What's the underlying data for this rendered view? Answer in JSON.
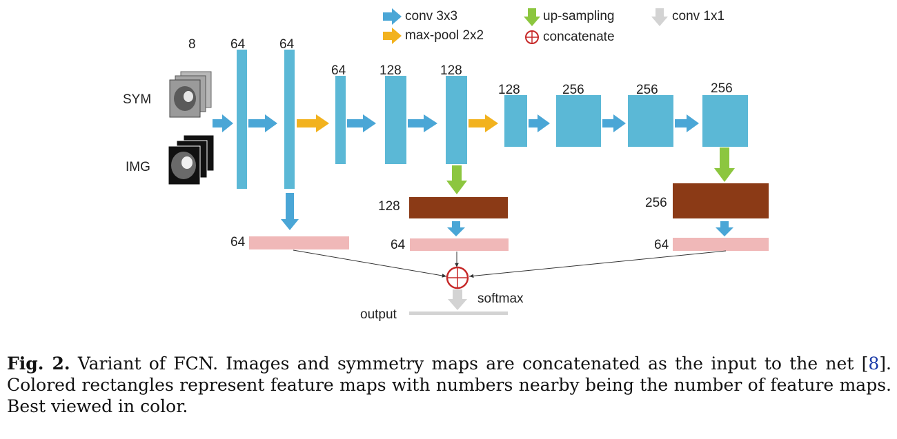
{
  "legend": {
    "conv3x3": "conv 3x3",
    "maxpool": "max-pool 2x2",
    "upsampling": "up-sampling",
    "concatenate": "concatenate",
    "conv1x1": "conv 1x1"
  },
  "inputs": {
    "sym_label": "SYM",
    "img_label": "IMG",
    "channels": "8"
  },
  "feature_maps": {
    "main_path": [
      "64",
      "64",
      "64",
      "128",
      "128",
      "128",
      "256",
      "256",
      "256"
    ],
    "branch_up_1": "128",
    "branch_up_2": "256",
    "side_outputs": [
      "64",
      "64",
      "64"
    ]
  },
  "output": {
    "softmax_label": "softmax",
    "output_label": "output"
  },
  "caption": {
    "fig_label": "Fig. 2.",
    "text_before_ref": " Variant of FCN. Images and symmetry maps are concatenated as the input to the net [",
    "ref": "8",
    "text_after_ref": "]. Colored rectangles represent feature maps with numbers nearby being the number of feature maps. Best viewed in color."
  },
  "colors": {
    "feature_map": "#5bb8d6",
    "upsampled_map": "#8b3a16",
    "side_map": "#f0b8b8",
    "conv3x3_arrow": "#4aa6d6",
    "maxpool_arrow": "#f2b21e",
    "upsample_arrow": "#8cc63f",
    "conv1x1_arrow": "#d3d3d3",
    "concat_ring": "#c62828"
  }
}
